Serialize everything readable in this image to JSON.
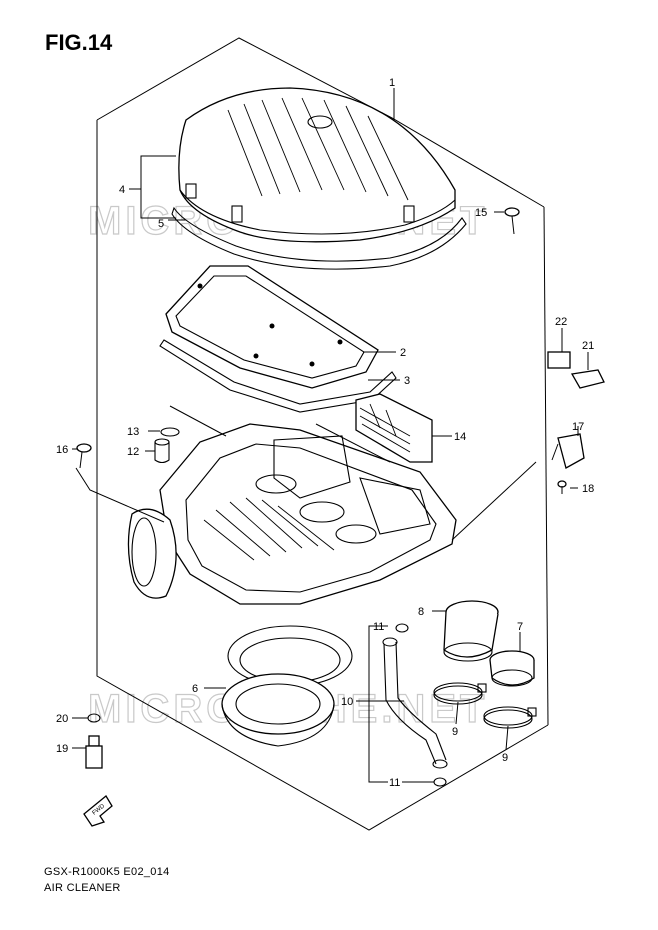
{
  "figure": {
    "title": "FIG.14",
    "model_code": "GSX-R1000K5 E02_014",
    "assembly_name": "AIR CLEANER",
    "watermark": "MICROFICHE.NET",
    "fwd_label": "FWD"
  },
  "callouts": [
    {
      "id": "1",
      "label": "1"
    },
    {
      "id": "2",
      "label": "2"
    },
    {
      "id": "3",
      "label": "3"
    },
    {
      "id": "4",
      "label": "4"
    },
    {
      "id": "5",
      "label": "5"
    },
    {
      "id": "6",
      "label": "6"
    },
    {
      "id": "7",
      "label": "7"
    },
    {
      "id": "8",
      "label": "8"
    },
    {
      "id": "9a",
      "label": "9"
    },
    {
      "id": "9b",
      "label": "9"
    },
    {
      "id": "10",
      "label": "10"
    },
    {
      "id": "11a",
      "label": "11"
    },
    {
      "id": "11b",
      "label": "11"
    },
    {
      "id": "12",
      "label": "12"
    },
    {
      "id": "13",
      "label": "13"
    },
    {
      "id": "14",
      "label": "14"
    },
    {
      "id": "15",
      "label": "15"
    },
    {
      "id": "16",
      "label": "16"
    },
    {
      "id": "17",
      "label": "17"
    },
    {
      "id": "18",
      "label": "18"
    },
    {
      "id": "19",
      "label": "19"
    },
    {
      "id": "20",
      "label": "20"
    },
    {
      "id": "21",
      "label": "21"
    },
    {
      "id": "22",
      "label": "22"
    }
  ]
}
